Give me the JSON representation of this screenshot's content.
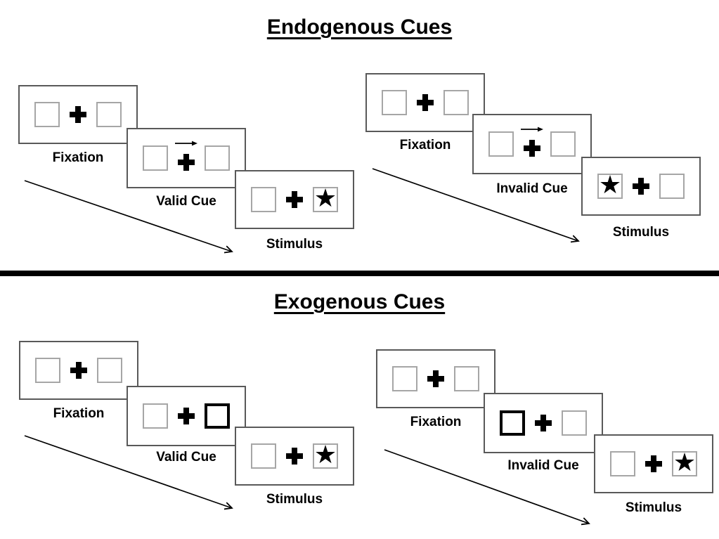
{
  "sections": [
    {
      "title": "Endogenous Cues",
      "cue_style": "central arrow above fixation cross",
      "groups": [
        {
          "name": "valid-trial",
          "panels": [
            {
              "label": "Fixation",
              "cue": "none",
              "left_box": "empty",
              "right_box": "empty"
            },
            {
              "label": "Valid Cue",
              "cue": "arrow-right",
              "left_box": "empty",
              "right_box": "empty"
            },
            {
              "label": "Stimulus",
              "cue": "none",
              "left_box": "empty",
              "right_box": "star"
            }
          ]
        },
        {
          "name": "invalid-trial",
          "panels": [
            {
              "label": "Fixation",
              "cue": "none",
              "left_box": "empty",
              "right_box": "empty"
            },
            {
              "label": "Invalid Cue",
              "cue": "arrow-right",
              "left_box": "empty",
              "right_box": "empty"
            },
            {
              "label": "Stimulus",
              "cue": "none",
              "left_box": "star",
              "right_box": "empty"
            }
          ]
        }
      ]
    },
    {
      "title": "Exogenous Cues",
      "cue_style": "peripheral box brightening (thick border)",
      "groups": [
        {
          "name": "valid-trial",
          "panels": [
            {
              "label": "Fixation",
              "cue": "none",
              "left_box": "empty",
              "right_box": "empty"
            },
            {
              "label": "Valid Cue",
              "cue": "highlight-right",
              "left_box": "empty",
              "right_box": "highlight"
            },
            {
              "label": "Stimulus",
              "cue": "none",
              "left_box": "empty",
              "right_box": "star"
            }
          ]
        },
        {
          "name": "invalid-trial",
          "panels": [
            {
              "label": "Fixation",
              "cue": "none",
              "left_box": "empty",
              "right_box": "empty"
            },
            {
              "label": "Invalid Cue",
              "cue": "highlight-left",
              "left_box": "highlight",
              "right_box": "empty"
            },
            {
              "label": "Stimulus",
              "cue": "none",
              "left_box": "empty",
              "right_box": "star"
            }
          ]
        }
      ]
    }
  ],
  "glyphs": {
    "star": "★",
    "fixation_cross": "+",
    "cue_arrow": "→"
  },
  "icons": {
    "star": "black-star-stimulus-icon",
    "cross": "fixation-cross-icon",
    "arrow": "right-arrow-icon",
    "timeline": "diagonal-time-arrow"
  },
  "colors": {
    "background": "#ffffff",
    "ink": "#000000",
    "panel_border": "#595959",
    "box_border": "#a6a6a6",
    "cue_highlight_border": "#000000"
  }
}
